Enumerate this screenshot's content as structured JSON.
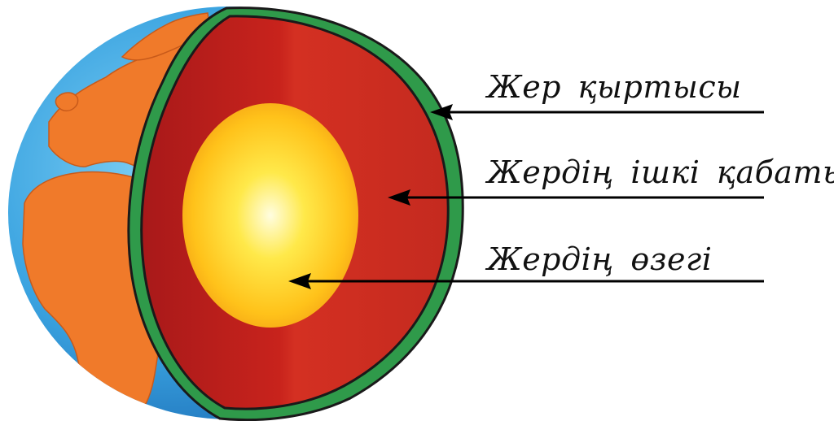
{
  "labels": {
    "crust": "Жер  қыртысы",
    "mantle": "Жердің  ішкі  қабаты",
    "core": "Жердің  өзегі"
  },
  "colors": {
    "ocean": "#3aa3e0",
    "land": "#f07a2a",
    "mantle": "#c8231c",
    "core": "#ffd21f",
    "crust": "#2f9a4a",
    "outline": "#1a1a1a",
    "arrow": "#000000",
    "background": "#ffffff"
  }
}
